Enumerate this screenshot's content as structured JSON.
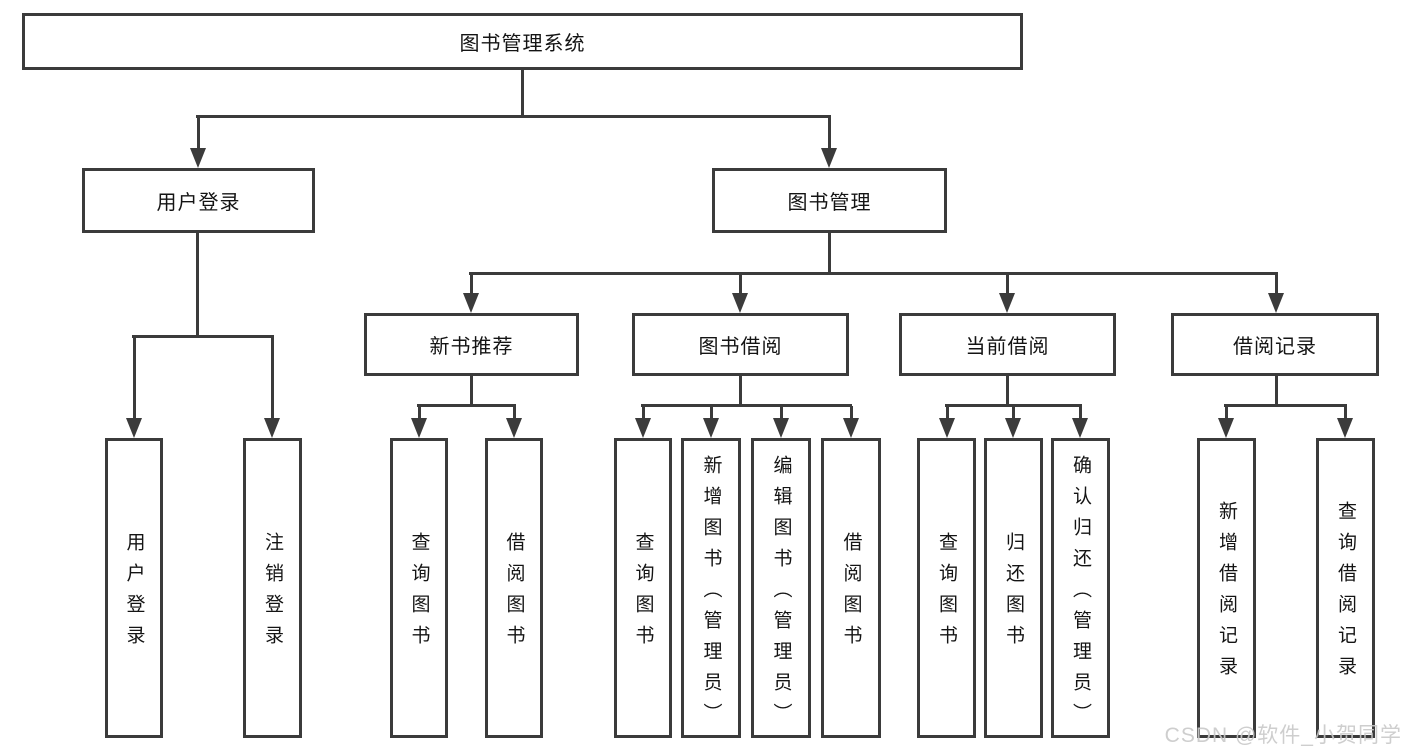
{
  "tree": {
    "root": "图书管理系统",
    "branches": [
      {
        "label": "用户登录",
        "leaves": [
          "用户登录",
          "注销登录"
        ]
      },
      {
        "label": "图书管理",
        "groups": [
          {
            "label": "新书推荐",
            "leaves": [
              "查询图书",
              "借阅图书"
            ]
          },
          {
            "label": "图书借阅",
            "leaves": [
              "查询图书",
              "新增图书（管理员）",
              "编辑图书（管理员）",
              "借阅图书"
            ]
          },
          {
            "label": "当前借阅",
            "leaves": [
              "查询图书",
              "归还图书",
              "确认归还（管理员）"
            ]
          },
          {
            "label": "借阅记录",
            "leaves": [
              "新增借阅记录",
              "查询借阅记录"
            ]
          }
        ]
      }
    ]
  },
  "watermark": "CSDN @软件_小贺同学",
  "colors": {
    "line": "#3b3b3b",
    "text": "#141414",
    "watermark": "#c9c9c9",
    "background": "#ffffff"
  }
}
